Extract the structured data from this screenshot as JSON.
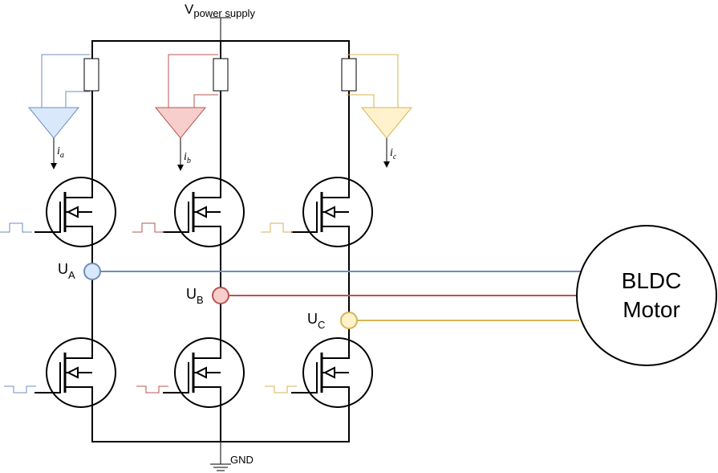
{
  "power_label": {
    "main": "V",
    "sub": "power supply"
  },
  "gnd_label": "GND",
  "motor": {
    "line1": "BLDC",
    "line2": "Motor"
  },
  "phases": [
    {
      "node_main": "U",
      "node_sub": "A",
      "current_main": "i",
      "current_sub": "a",
      "color": "#6c8ebf",
      "fill": "#dae8fc"
    },
    {
      "node_main": "U",
      "node_sub": "B",
      "current_main": "i",
      "current_sub": "b",
      "color": "#b85450",
      "fill": "#f8cecc"
    },
    {
      "node_main": "U",
      "node_sub": "C",
      "current_main": "i",
      "current_sub": "c",
      "color": "#d6b656",
      "fill": "#fff2cc"
    }
  ]
}
